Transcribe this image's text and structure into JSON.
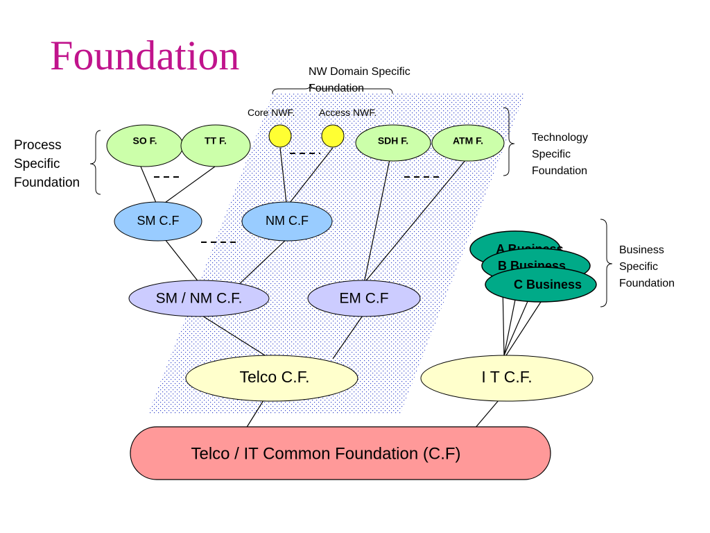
{
  "slide": {
    "title": "Foundation"
  },
  "annotations": {
    "nw_domain": [
      "NW Domain Specific",
      "Foundation"
    ],
    "core_nwf": "Core NWF.",
    "access_nwf": "Access NWF.",
    "technology": [
      "Technology",
      "Specific",
      "Foundation"
    ],
    "process": [
      "Process",
      "Specific",
      "Foundation"
    ],
    "business": [
      "Business",
      "Specific",
      "Foundation"
    ]
  },
  "nodes": {
    "so": "SO F.",
    "tt": "TT F.",
    "sdh": "SDH F.",
    "atm": "ATM F.",
    "sm_cf": "SM C.F",
    "nm_cf": "NM C.F",
    "sm_nm_cf": "SM / NM C.F.",
    "em_cf": "EM C.F",
    "telco_cf": "Telco C.F.",
    "it_cf": "I T C.F.",
    "a_business": "A Business",
    "b_business": "B Business",
    "c_business": "C Business",
    "common": "Telco / IT Common Foundation (C.F)"
  },
  "colors": {
    "title": "#c0148c",
    "green_node": "#ccffaa",
    "blue_node": "#99ccff",
    "lavender_node": "#ccccff",
    "yellow_node": "#ffffcc",
    "bright_yellow": "#ffff33",
    "business_node": "#00aa88",
    "common_node": "#ff9999",
    "pattern_dot": "#3344cc"
  }
}
